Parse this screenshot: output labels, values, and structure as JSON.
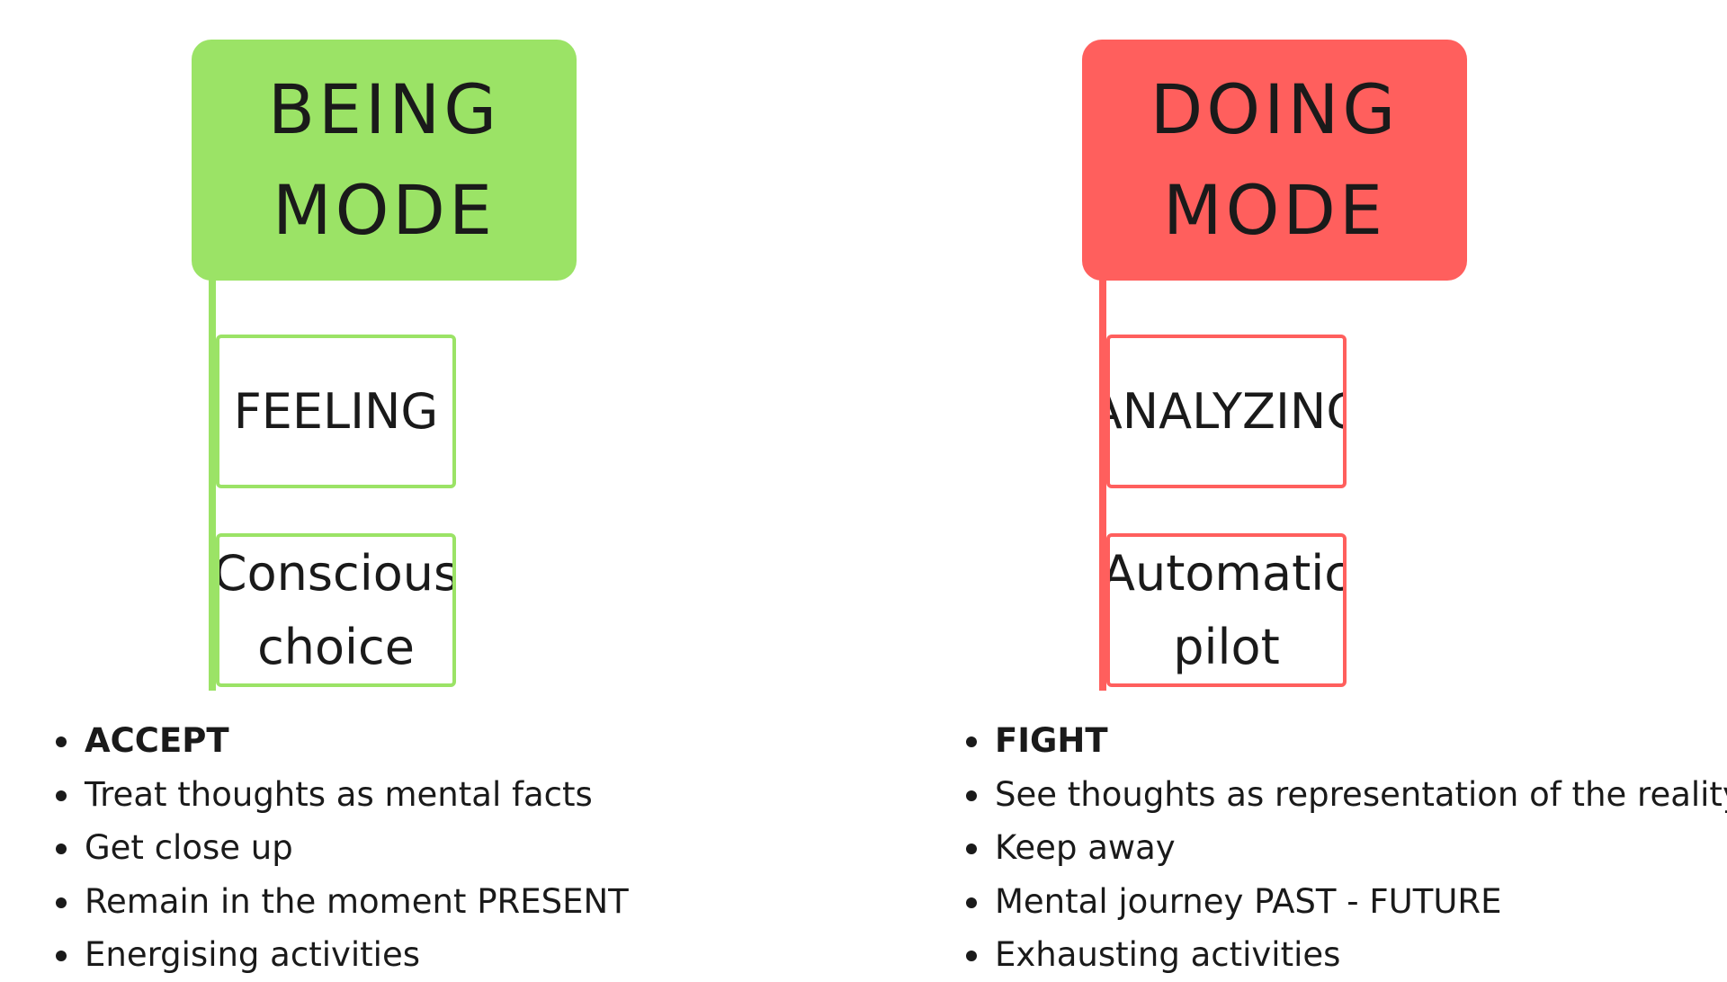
{
  "being": {
    "title_line1": "BEING",
    "title_line2": "MODE",
    "color": "#9be366",
    "sub1": "FEELING",
    "sub2_line1": "Conscious",
    "sub2_line2": "choice",
    "bullets": [
      "ACCEPT",
      "Treat thoughts as mental facts",
      "Get close up",
      "Remain in the moment PRESENT",
      "Energising activities"
    ]
  },
  "doing": {
    "title_line1": "DOING",
    "title_line2": "MODE",
    "color": "#ff5f5d",
    "sub1": "ANALYZING",
    "sub2_line1": "Automatic",
    "sub2_line2": "pilot",
    "bullets": [
      "FIGHT",
      "See thoughts as representation of the reality",
      "Keep away",
      "Mental journey PAST - FUTURE",
      "Exhausting activities"
    ]
  },
  "text_color": "#1a1a1a"
}
